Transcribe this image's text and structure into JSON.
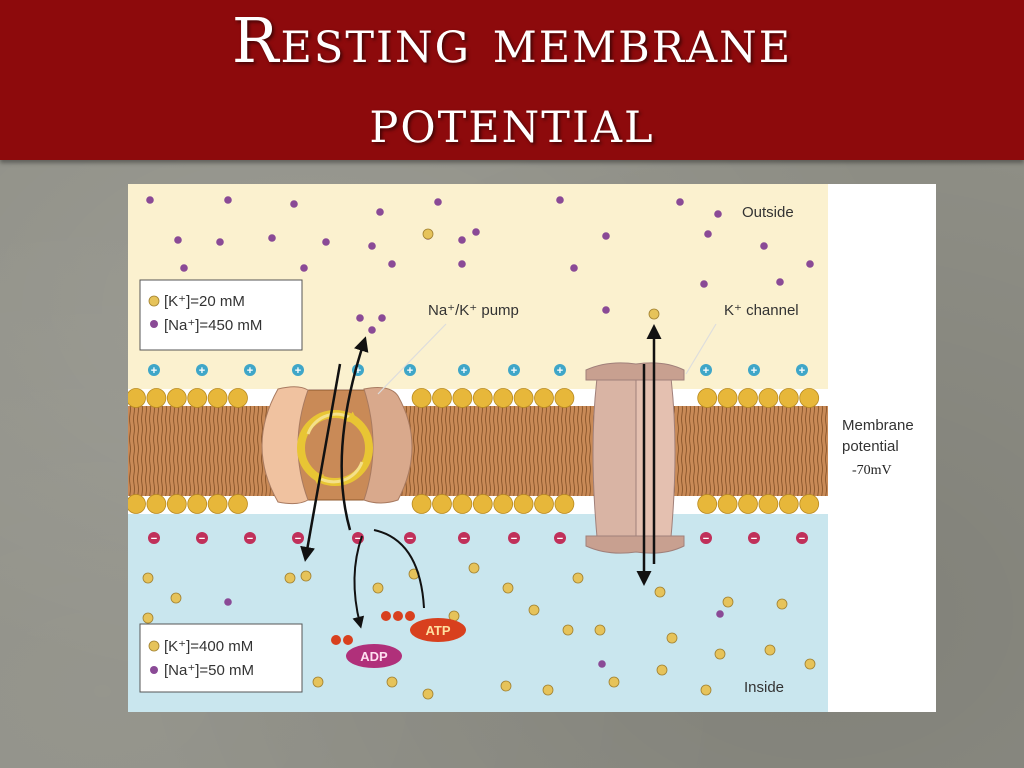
{
  "slide": {
    "title_line1": "Resting membrane",
    "title_line2": "potential"
  },
  "diagram": {
    "outside_label": "Outside",
    "inside_label": "Inside",
    "pump_label": "Na⁺/K⁺ pump",
    "channel_label": "K⁺ channel",
    "membrane_potential_label_line1": "Membrane",
    "membrane_potential_label_line2": "potential",
    "membrane_potential_value": "-70mV",
    "outside_box": {
      "k_text": "[K⁺]=20 mM",
      "na_text": "[Na⁺]=450 mM"
    },
    "inside_box": {
      "k_text": "[K⁺]=400 mM",
      "na_text": "[Na⁺]=50 mM"
    },
    "atp_label": "ATP",
    "adp_label": "ADP",
    "plus_sign": "+",
    "minus_sign": "−"
  },
  "colors": {
    "title_bar": "#8d0a0c",
    "outside_bg": "#fbf1cf",
    "inside_bg": "#c9e6ee",
    "lipid_head": "#e7b73a",
    "lipid_tail": "#c98a57",
    "k_ion": "#e6c35a",
    "na_ion": "#8a4a96",
    "positive_charge": "#3fa6c8",
    "negative_charge": "#c0305a",
    "atp": "#d8401e",
    "adp": "#b0307a"
  }
}
